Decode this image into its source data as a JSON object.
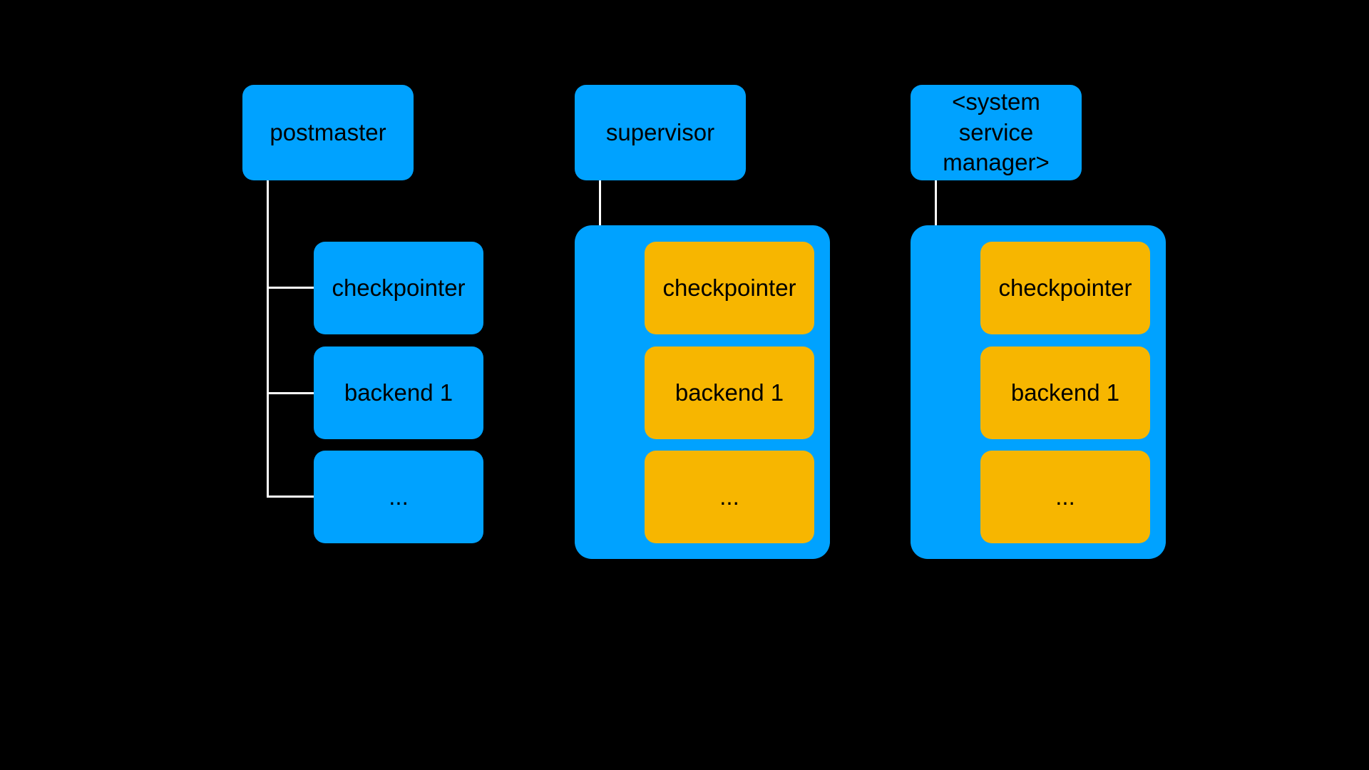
{
  "colors": {
    "background": "#000000",
    "node_blue": "#00A2FF",
    "node_orange": "#F7B600",
    "connector_white": "#FFFFFF",
    "label_black": "#000000"
  },
  "diagram": {
    "groups": [
      {
        "name": "postmaster-tree",
        "type": "tree-of-separate-processes",
        "parent_label": "postmaster",
        "children": [
          "checkpointer",
          "backend 1",
          "..."
        ]
      },
      {
        "name": "supervisor-group",
        "type": "container-of-processes",
        "parent_label": "supervisor",
        "children": [
          "checkpointer",
          "backend 1",
          "..."
        ]
      },
      {
        "name": "system-service-manager-group",
        "type": "container-of-processes",
        "parent_label": "<system service manager>",
        "children": [
          "checkpointer",
          "backend 1",
          "..."
        ]
      }
    ]
  }
}
